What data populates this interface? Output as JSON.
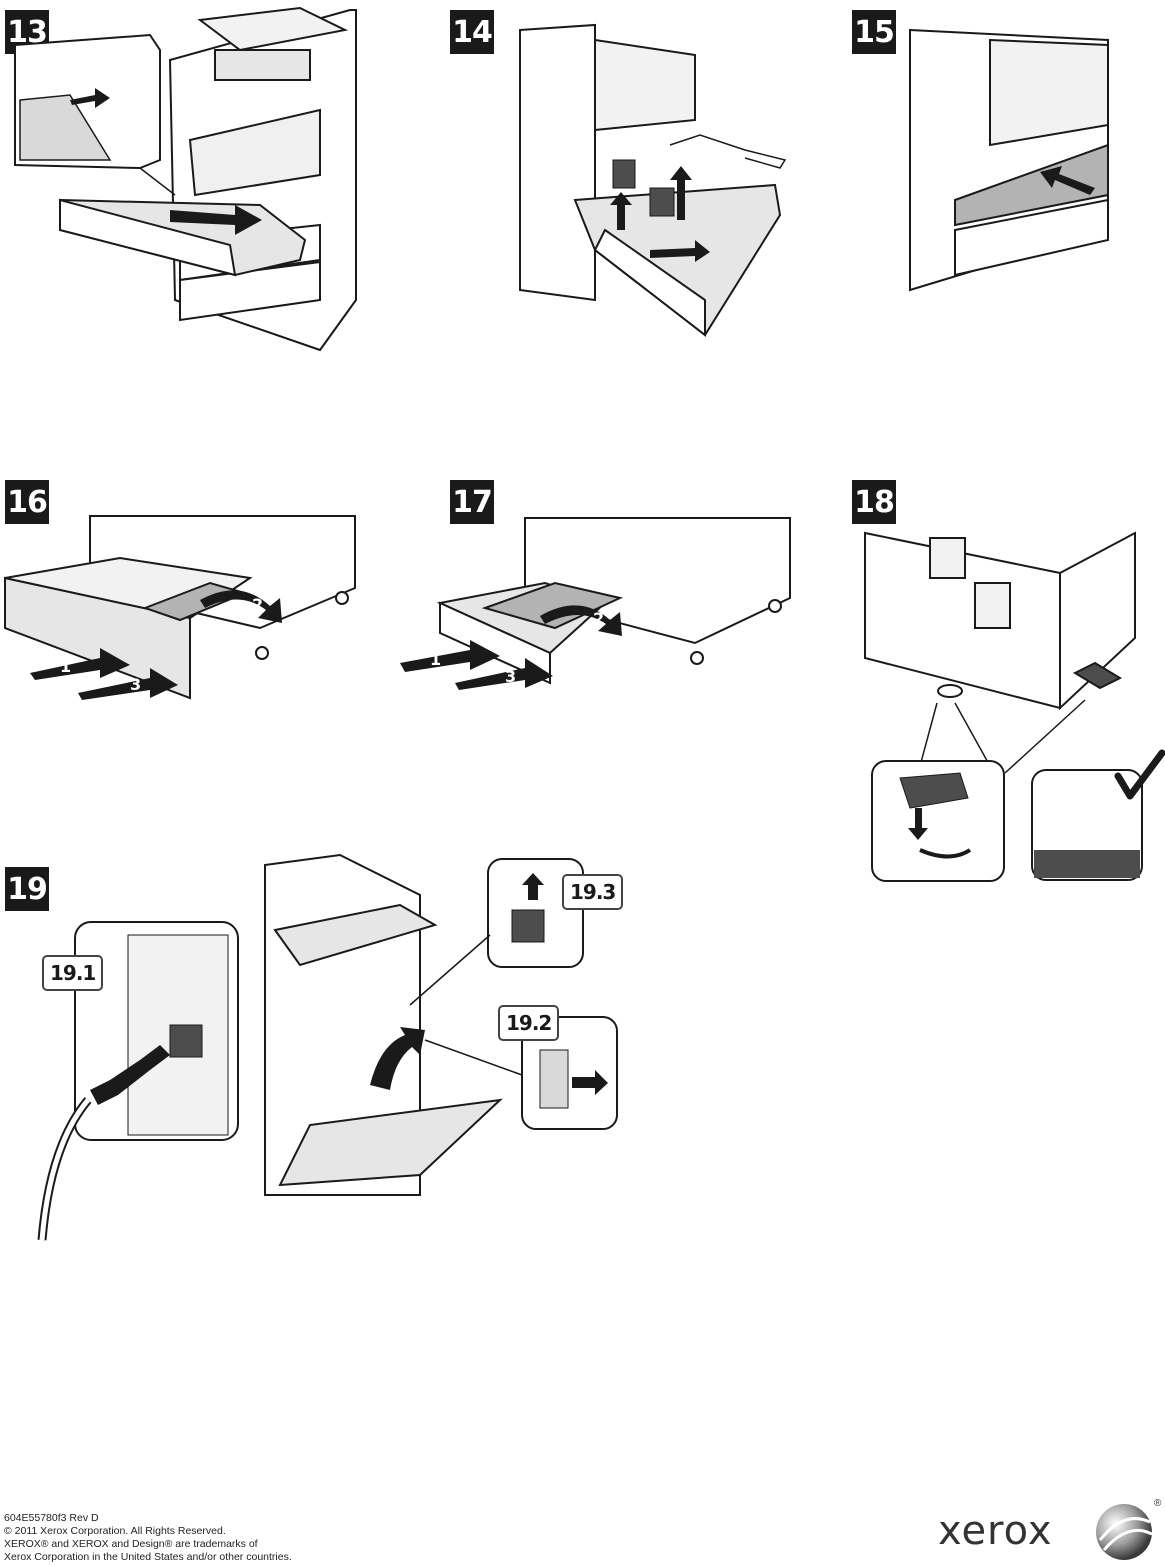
{
  "steps": [
    {
      "label": "13"
    },
    {
      "label": "14"
    },
    {
      "label": "15"
    },
    {
      "label": "16"
    },
    {
      "label": "17"
    },
    {
      "label": "18"
    },
    {
      "label": "19"
    }
  ],
  "substeps": {
    "s19_1": "19.1",
    "s19_2": "19.2",
    "s19_3": "19.3"
  },
  "arrow_numbers": {
    "n1": "1",
    "n2": "2",
    "n3": "3"
  },
  "footer": {
    "doc_number": "604E55780f3 Rev D",
    "copyright": "© 2011 Xerox Corporation. All Rights Reserved.",
    "trademark_line1": "XEROX® and XEROX and Design® are trademarks of",
    "trademark_line2": "Xerox Corporation in the United States and/or other countries."
  },
  "brand": {
    "name": "xerox",
    "registered": "®",
    "color": "#333333"
  },
  "colors": {
    "ink": "#1a1a1a",
    "shade": "#b3b3b3",
    "light": "#e6e6e6"
  }
}
